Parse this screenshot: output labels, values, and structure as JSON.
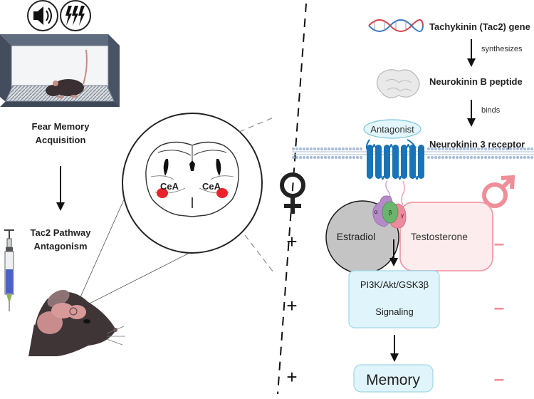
{
  "left": {
    "step1_line1": "Fear Memory",
    "step1_line2": "Acquisition",
    "step2_line1": "Tac2 Pathway",
    "step2_line2": "Antagonism",
    "icons": [
      "speaker-icon",
      "lightning-icon",
      "syringe-icon",
      "mouse-icon"
    ]
  },
  "brain": {
    "left_label": "CeA",
    "right_label": "CeA"
  },
  "pathway": {
    "gene": "Tachykinin (Tac2) gene",
    "arrow1": "synthesizes",
    "peptide": "Neurokinin B peptide",
    "arrow2": "binds",
    "receptor": "Neurokinin 3 receptor",
    "antagonist": "Antagonist",
    "g_alpha": "α",
    "g_beta": "β",
    "g_gamma": "γ",
    "estradiol": "Estradiol",
    "testosterone": "Testosterone",
    "signaling_line1": "PI3K/Akt/GSK3β",
    "signaling_line2": "Signaling",
    "memory": "Memory"
  },
  "signs": {
    "female_rows": [
      "+",
      "+",
      "+"
    ],
    "male_rows": [
      "–",
      "–",
      "–"
    ]
  },
  "colors": {
    "membrane": "#a9bedb",
    "receptor": "#1a73b6",
    "antagonist_fill": "#e2f6fb",
    "signal_box": "#dff4fb",
    "g_alpha": "#b48ac9",
    "g_beta": "#6ab56e",
    "g_gamma": "#ee8a9e",
    "estradiol": "#c4c4c4",
    "testosterone_fill": "#fdecee",
    "testosterone_stroke": "#f09ba6",
    "male_symbol": "#ef8e98",
    "female_symbol": "#222222",
    "cea": "#e8232b"
  }
}
